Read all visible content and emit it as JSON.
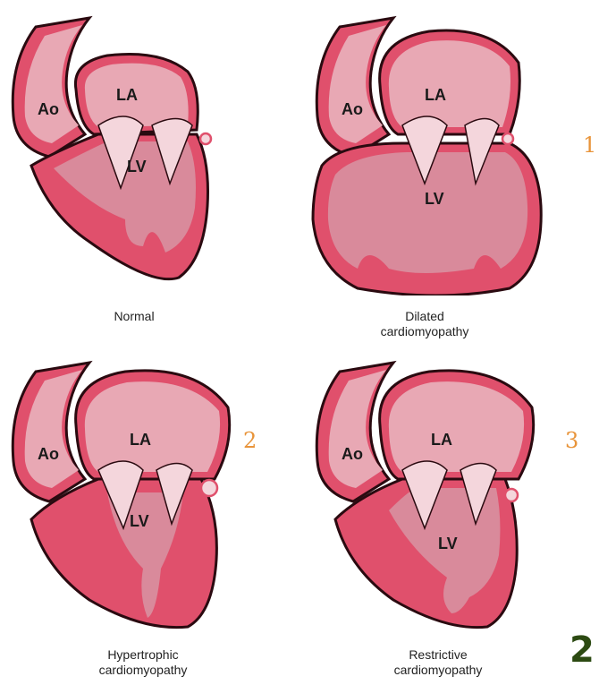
{
  "panels": [
    {
      "caption_lines": [
        "Normal"
      ],
      "labels": {
        "ao": "Ao",
        "la": "LA",
        "lv": "LV"
      }
    },
    {
      "caption_lines": [
        "Dilated",
        "cardiomyopathy"
      ],
      "labels": {
        "ao": "Ao",
        "la": "LA",
        "lv": "LV"
      }
    },
    {
      "caption_lines": [
        "Hypertrophic",
        "cardiomyopathy"
      ],
      "labels": {
        "ao": "Ao",
        "la": "LA",
        "lv": "LV"
      }
    },
    {
      "caption_lines": [
        "Restrictive",
        "cardiomyopathy"
      ],
      "labels": {
        "ao": "Ao",
        "la": "LA",
        "lv": "LV"
      }
    }
  ],
  "annotations": {
    "n1": "1",
    "n2": "2",
    "n3": "3",
    "corner": "2"
  },
  "colors": {
    "wall": "#e0506c",
    "outline": "#2a0a10",
    "chamber": "#d98a9b",
    "atrium": "#e8a8b4",
    "valve": "#f4d6dc",
    "accent": "#e8943a",
    "corner": "#2c4a12"
  }
}
